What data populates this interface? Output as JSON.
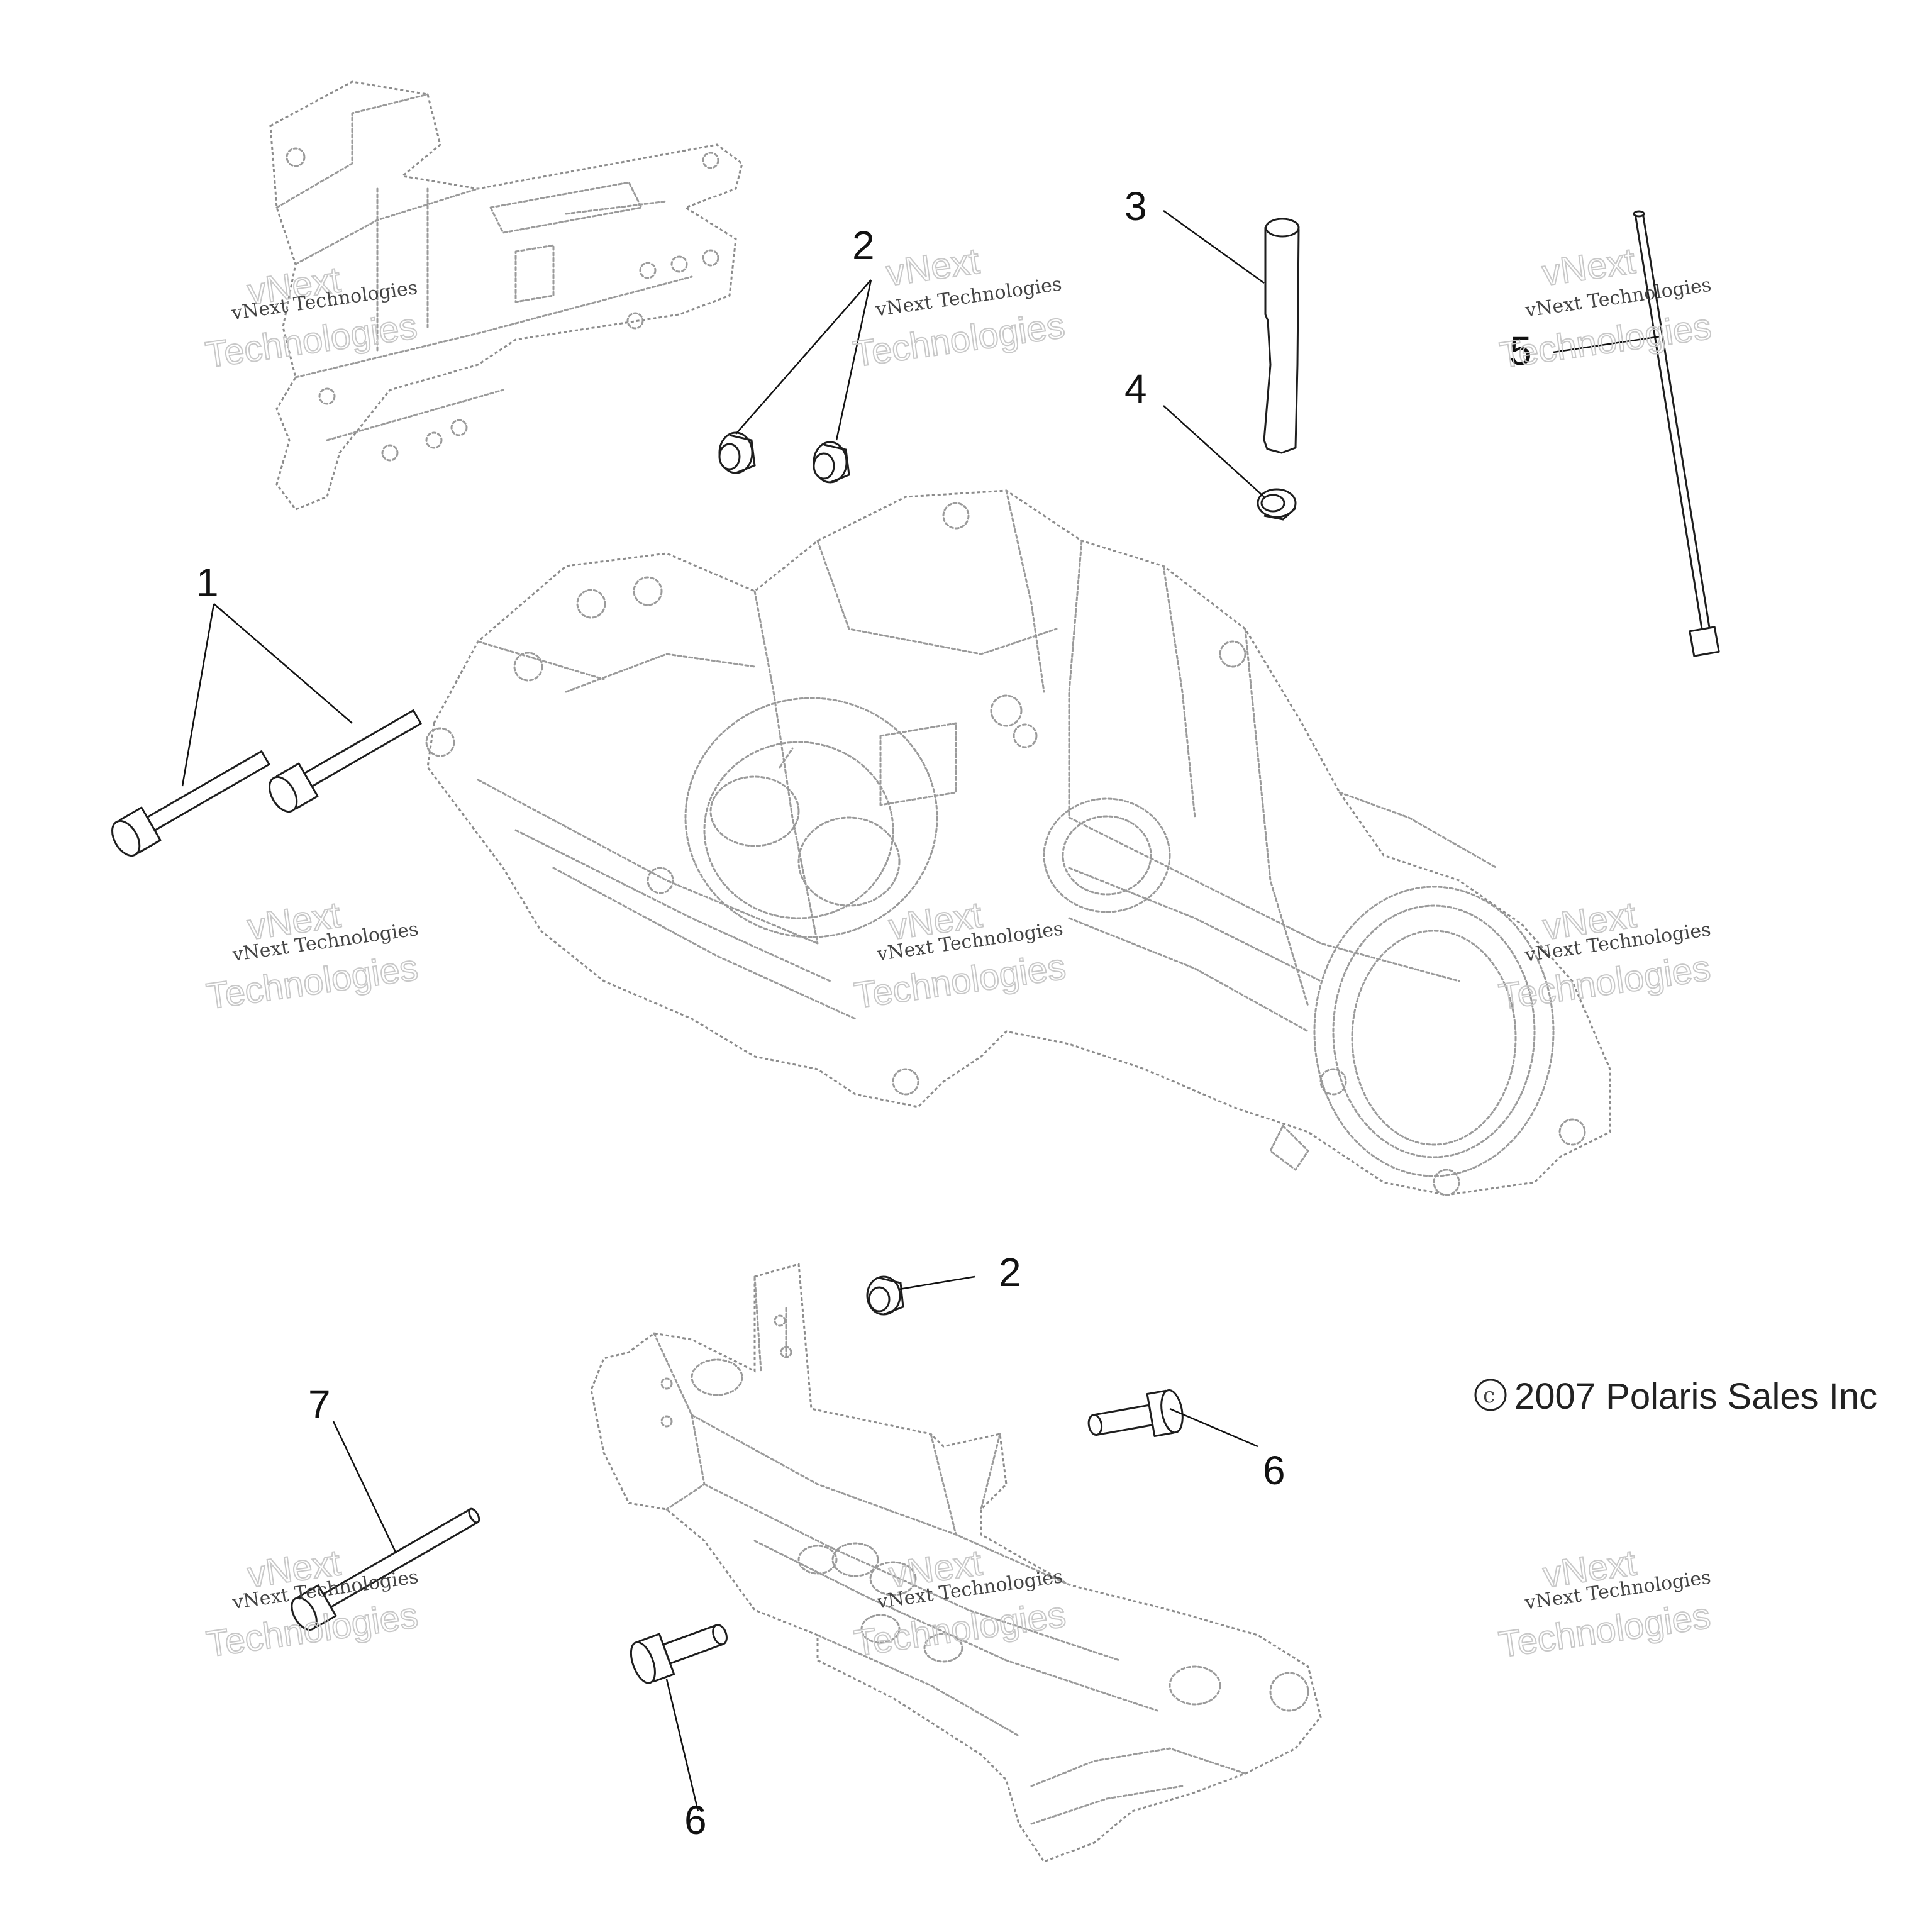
{
  "diagram": {
    "callouts": {
      "c1": "1",
      "c2a": "2",
      "c2b": "2",
      "c3": "3",
      "c4": "4",
      "c5": "5",
      "c6a": "6",
      "c6b": "6",
      "c7": "7"
    },
    "copyright": "2007 Polaris Sales Inc",
    "copyright_symbol": "c",
    "watermark": {
      "line1": "vNext Technologies",
      "line2": "vNext",
      "line3": "Technologies"
    },
    "colors": {
      "part_outline": "#9a9a9a",
      "hardware_outline": "#1e1e1e",
      "text": "#111111"
    }
  }
}
